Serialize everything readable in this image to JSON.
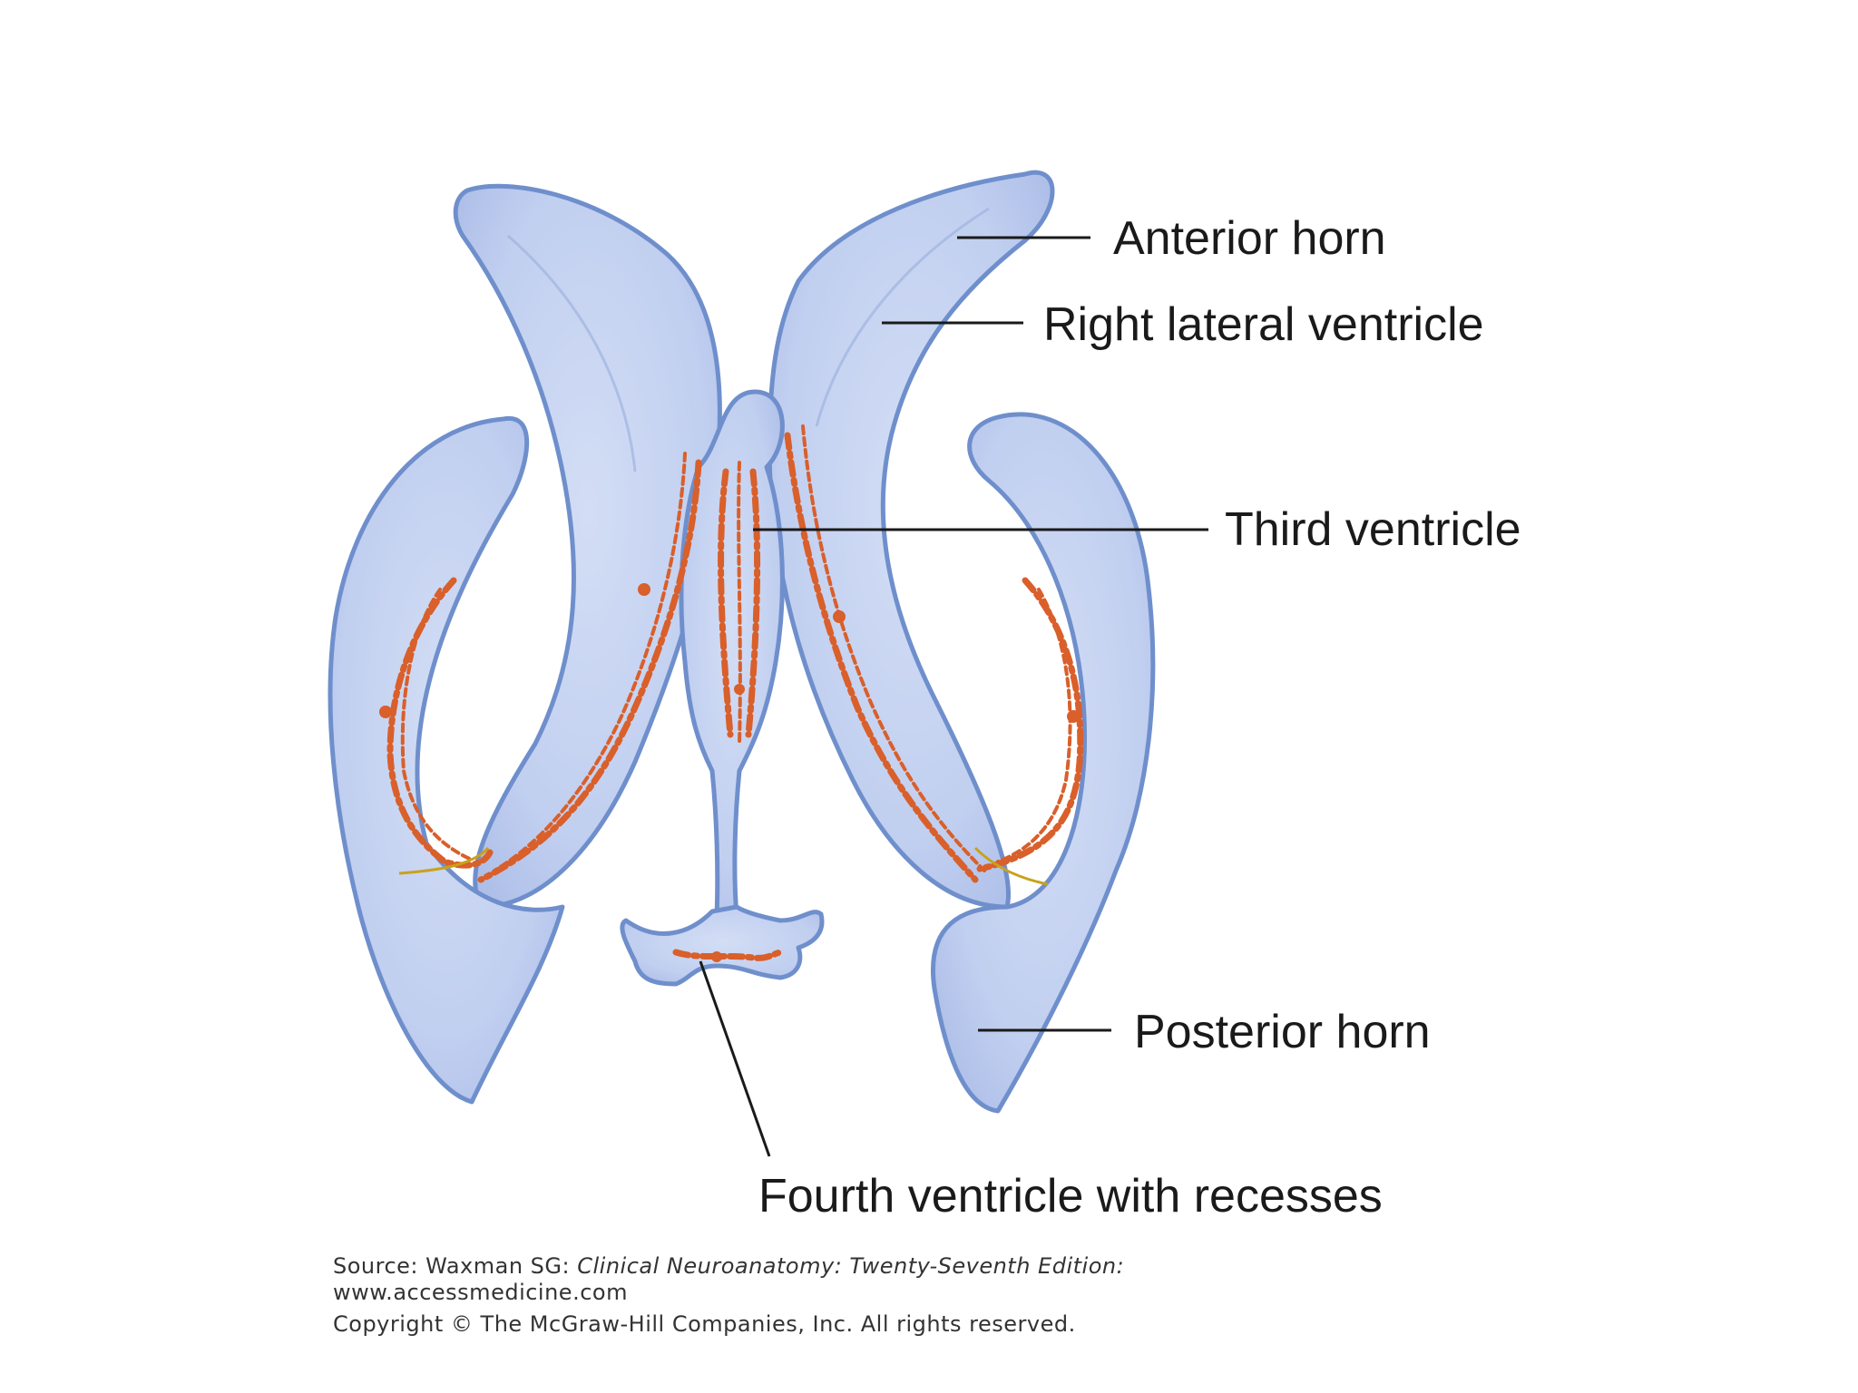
{
  "labels": {
    "anterior_horn": "Anterior horn",
    "right_lateral_ventricle": "Right lateral ventricle",
    "third_ventricle": "Third ventricle",
    "posterior_horn": "Posterior horn",
    "fourth_ventricle": "Fourth ventricle with recesses"
  },
  "credits": {
    "source_prefix": "Source: Waxman SG: ",
    "source_title": "Clinical Neuroanatomy: Twenty-Seventh Edition:",
    "url": "www.accessmedicine.com",
    "copyright": "Copyright © The McGraw-Hill Companies, Inc. All rights reserved."
  },
  "colors": {
    "ventricle_fill": "#c3d1f0",
    "ventricle_outline": "#6f8fcc",
    "choroid_plexus": "#d95f2b",
    "leader_lines": "#1a1a1a"
  }
}
